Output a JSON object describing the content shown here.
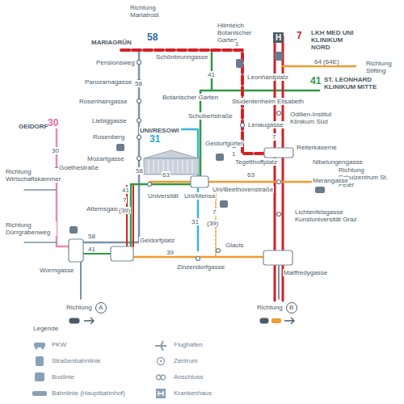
{
  "diagram": {
    "nodes": [
      {
        "text": [
          "H"
        ]
      },
      {
        "text": [
          "Richtung",
          "A"
        ]
      },
      {
        "text": [
          "Richtung",
          "B"
        ]
      }
    ],
    "labels": [
      "Richtung Mariatrost",
      "MARIAGRÜN",
      "58",
      "Schönbrunngasse",
      "Hilmteich Botanischer Garten",
      "1",
      "7",
      "LKH MED UNI KLINIKUM NORD",
      "64 (64E)",
      "Richtung Stifting",
      "Pensionsweg",
      "Panoramagasse",
      "58",
      "41",
      "Leonhardplatz",
      "41",
      "ST. LEONHARD KLINIKUM MITTE",
      "Rosenhaingasse",
      "Botanischer Garten",
      "Studentenheim Elisabeth",
      "Odilien-Institut Klinikum Süd",
      "Schubertstraße",
      "Lenaugasse",
      "Liebiggasse",
      "GEIDORF",
      "30",
      "UNI/RESOWI",
      "31",
      "Rosenberg",
      "7",
      "Geidorfgürtel",
      "Reiterkaserne",
      "30",
      "Mozartgasse",
      "1",
      "Tegetthoffplatz",
      "58",
      "Nibelungengasse",
      "Goethestraße",
      "Richtung Schulzentrum St. Peter",
      "Richtung Wirtschaftskammer",
      "63",
      "63",
      "Merangasse",
      "41",
      "Uni/Beethovenstraße",
      "7",
      "Attemsgasse",
      "Universität",
      "Uni/Mensa",
      "(39)",
      "Lichtenfelsgasse Kunstuniversität Graz",
      "31",
      "7",
      "(39)",
      "Richtung Dürrgrabenweg",
      "41",
      "58",
      "Geidorfplatz",
      "39",
      "Glacis",
      "Wormgasse",
      "Zinzendorfgasse",
      "Maiffredygasse",
      "Legende"
    ],
    "legend": [
      {
        "text": "PKW"
      },
      {
        "text": "Straßenbahnlinie"
      },
      {
        "text": "Buslinie"
      },
      {
        "text": "Bahnlinie (Hauptbahnhof)"
      },
      {
        "text": "Flughafen"
      },
      {
        "text": "Zentrum"
      },
      {
        "text": "Anschluss"
      },
      {
        "text": "Krankenhaus"
      }
    ]
  }
}
